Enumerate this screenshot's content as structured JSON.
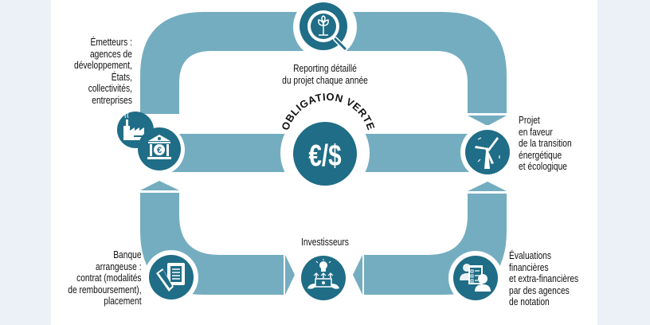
{
  "title": "Obligation verte",
  "center": {
    "arc_label": "OBLIGATION VERTE",
    "symbol": "€/$"
  },
  "nodes": {
    "emetteurs": {
      "lines": [
        "Émetteurs :",
        "agences de",
        "développement,",
        "États,",
        "collectivités,",
        "entreprises"
      ],
      "icons": [
        "factory-icon",
        "bank-euro-icon"
      ]
    },
    "reporting": {
      "lines": [
        "Reporting détaillé",
        "du projet chaque année"
      ],
      "icon": "magnifier-plant-icon"
    },
    "projet": {
      "lines": [
        "Projet",
        "en faveur",
        "de la transition",
        "énergétique",
        "et écologique"
      ],
      "icon": "wind-turbine-icon"
    },
    "banque": {
      "lines": [
        "Banque",
        "arrangeuse :",
        "contrat (modalités",
        "de remboursement),",
        "placement"
      ],
      "icon": "contract-pen-icon"
    },
    "investisseurs": {
      "lines": [
        "Investisseurs"
      ],
      "icon": "investors-money-idea-icon"
    },
    "evaluations": {
      "lines": [
        "Évaluations",
        "financières",
        "et extra-financières",
        "par des agences",
        "de notation"
      ],
      "icon": "rating-agency-checklist-icon"
    }
  },
  "colors": {
    "band": "#74adc0",
    "circle": "#1f6d86",
    "page_bg": "#ecf1f8",
    "canvas_bg": "#ffffff",
    "text": "#111111"
  }
}
